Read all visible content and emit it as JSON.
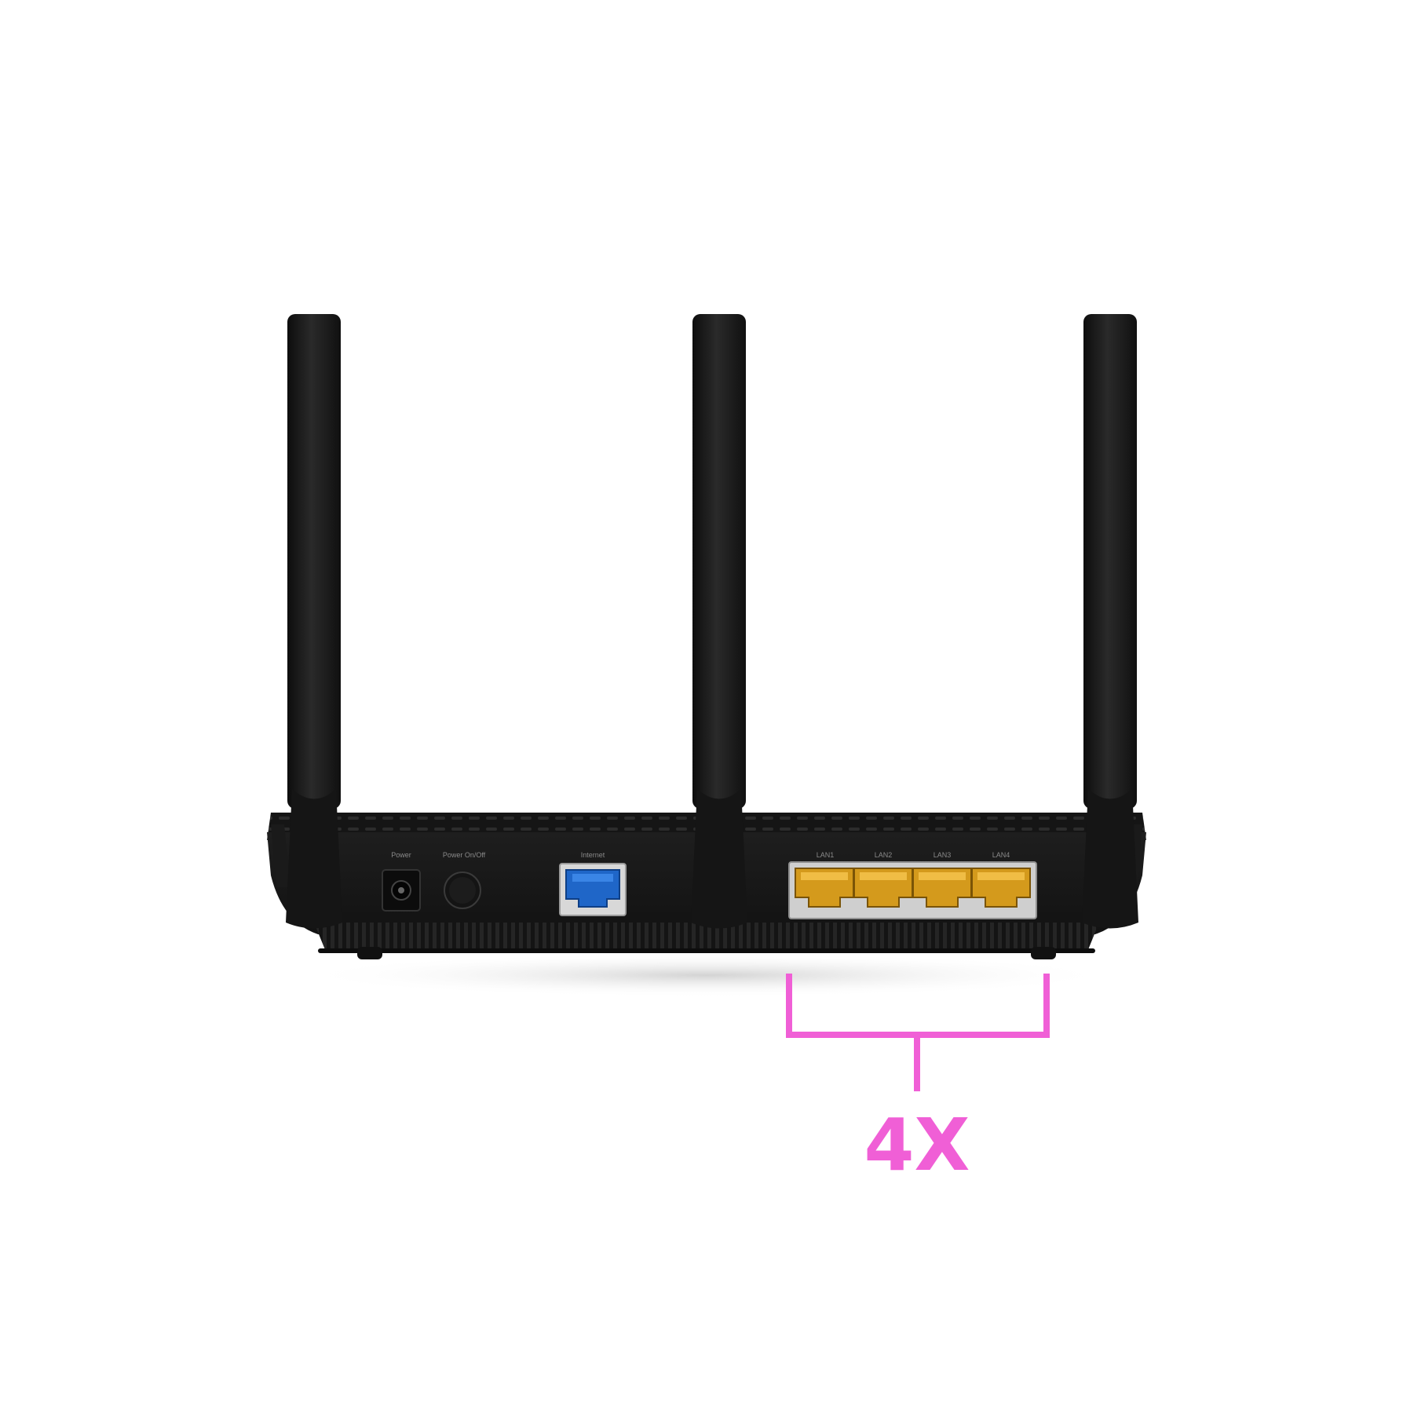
{
  "product": {
    "ports": {
      "power_label": "Power",
      "power_switch_label": "Power On/Off",
      "internet_label": "Internet",
      "lan_labels": [
        "LAN1",
        "LAN2",
        "LAN3",
        "LAN4"
      ]
    },
    "antenna_count": 3
  },
  "callout": {
    "text": "4X",
    "color": "#f05fd6"
  },
  "colors": {
    "body": "#1b1b1b",
    "antenna": "#161616",
    "internet_port": "#1f66c8",
    "lan_port": "#d49a1c",
    "callout": "#f05fd6"
  }
}
